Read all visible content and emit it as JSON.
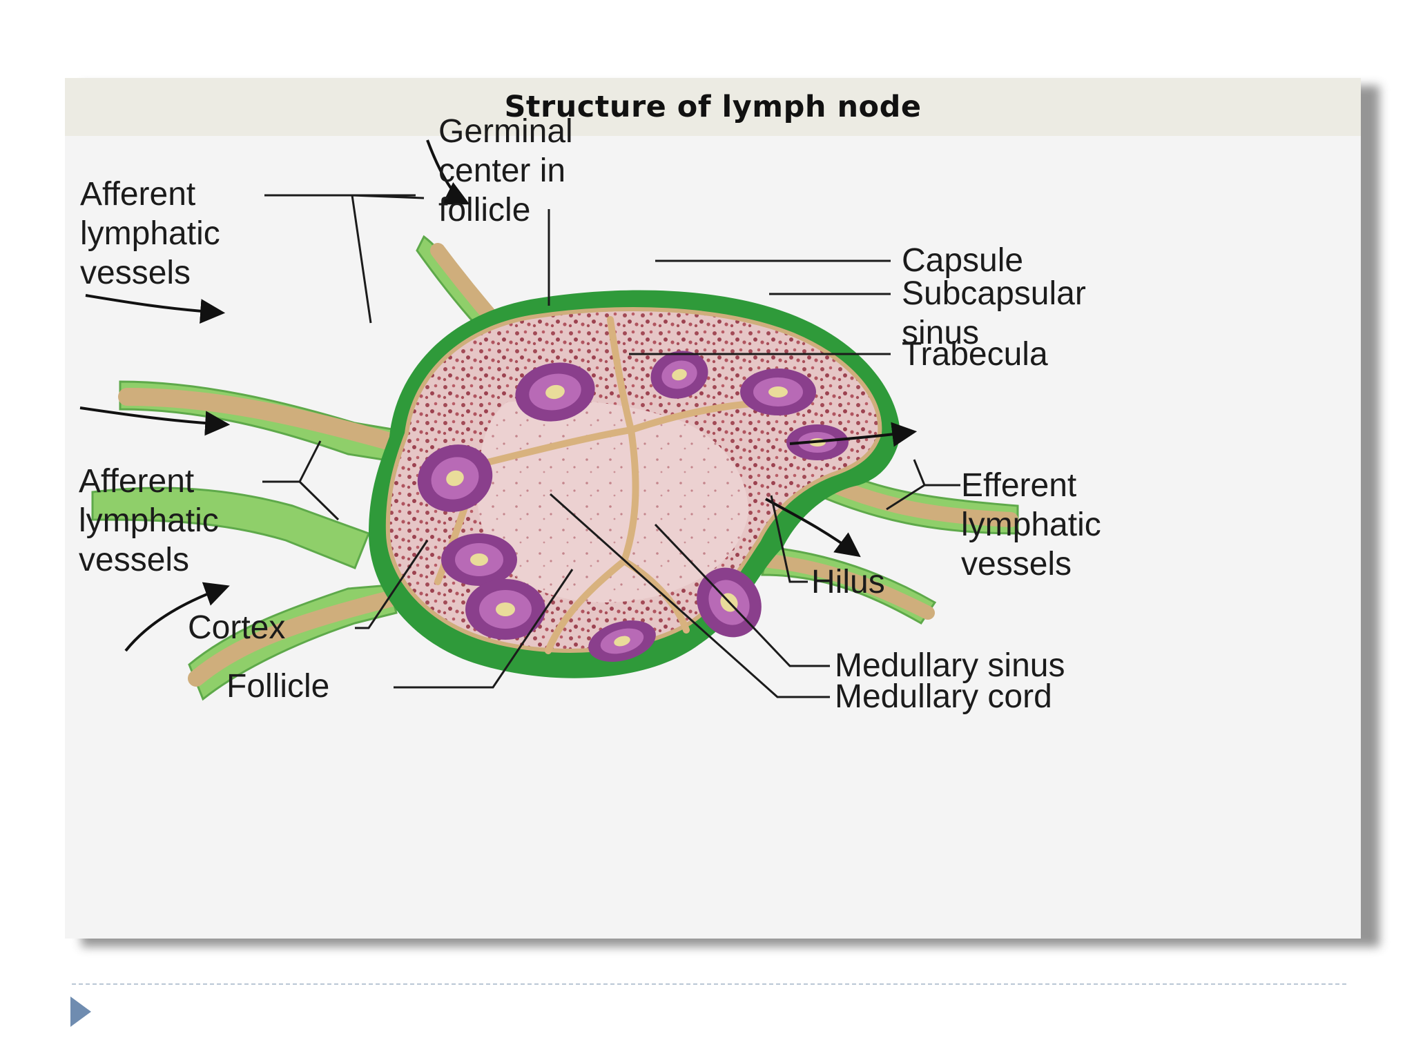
{
  "title": "Structure of lymph node",
  "labels": {
    "afferent_top": "Afferent\nlymphatic\nvessels",
    "germinal_center": "Germinal\ncenter in\nfollicle",
    "capsule": "Capsule",
    "subcapsular_sinus": "Subcapsular\nsinus",
    "trabecula": "Trabecula",
    "afferent_bottom": "Afferent\nlymphatic\nvessels",
    "efferent": "Efferent\nlymphatic\nvessels",
    "hilus": "Hilus",
    "cortex": "Cortex",
    "follicle": "Follicle",
    "medullary_sinus": "Medullary sinus",
    "medullary_cord": "Medullary cord"
  },
  "colors": {
    "title_band": "#ecebe3",
    "capsule_green": "#2f9a3a",
    "vessel_green": "#8fcf6a",
    "vessel_tan": "#cfae7c",
    "cortex_pink": "#e3bfc0",
    "follicle_purple": "#8a3f8c",
    "germinal_yellow": "#e9dc9a",
    "bullet_blue": "#6f8cb0"
  }
}
